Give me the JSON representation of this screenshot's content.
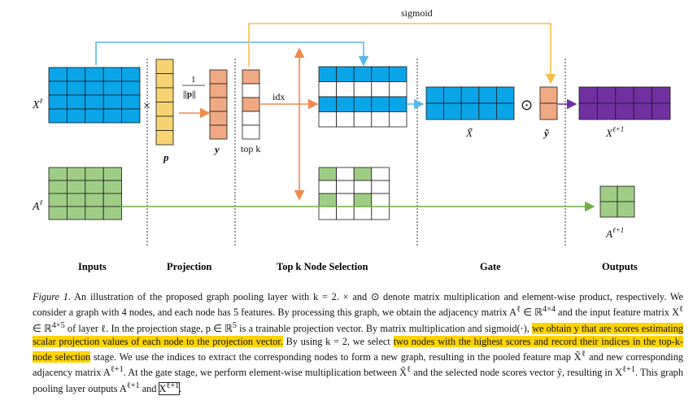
{
  "figure": {
    "labels": {
      "x": "X",
      "x_sup": "ℓ",
      "a": "A",
      "a_sup": "ℓ",
      "times": "×",
      "p": "p",
      "frac_num": "1",
      "frac_den": "||p||",
      "y": "y",
      "idx": "idx",
      "topk": "top k",
      "sigmoid": "sigmoid",
      "odot": "⊙",
      "xtilde": "X̃",
      "ytilde": "ỹ",
      "xout": "X",
      "xout_sup": "ℓ+1",
      "aout": "A",
      "aout_sup": "ℓ+1"
    },
    "stages": [
      "Inputs",
      "Projection",
      "Top k Node Selection",
      "Gate",
      "Outputs"
    ],
    "colors": {
      "feature_blue": "#0aa5e8",
      "projection_yellow": "#f8d373",
      "score_orange": "#f0a982",
      "adjacency_green": "#9fcd85",
      "output_purple": "#7030a0",
      "arrow_blue": "#5bb8e8",
      "arrow_orange": "#f08a4b",
      "arrow_yellow": "#f5c04a",
      "arrow_green": "#6fad47",
      "highlight": "#ffd400"
    }
  },
  "caption": {
    "figure_label": "Figure 1.",
    "s1": " An illustration of the proposed graph pooling layer with k = 2. × and ⊙ denote matrix multiplication and element-wise product, respectively. We consider a graph with 4 nodes, and each node has 5 features. By processing this graph, we obtain the adjacency matrix A",
    "s1_sup": "ℓ",
    "s2": " ∈ ℝ",
    "s2_sup": "4×4",
    "s3": " and the input feature matrix X",
    "s3_sup": "ℓ",
    "s4": " ∈ ℝ",
    "s4_sup": "4×5",
    "s5": " of layer ℓ. In the projection stage, p ∈ ℝ",
    "s5_sup": "5",
    "s6": " is a trainable projection vector. By matrix multiplication and sigmoid(·), ",
    "hl1": "we obtain y that are scores estimating scalar projection values of each node to the projection vector.",
    "s7": " By using k = 2, we select ",
    "hl2": "two nodes with the highest scores and record their indices in the top-k-node selection",
    "s8": " stage. We use the indices to extract the corresponding nodes to form a new graph, resulting in the pooled feature map X̃",
    "s8_sup": "ℓ",
    "s9": " and new corresponding adjacency matrix A",
    "s9_sup": "ℓ+1",
    "s10": ". At the gate stage, we perform element-wise multiplication between X̃",
    "s10_sup": "ℓ",
    "s11": " and the selected node scores vector ỹ, resulting in X",
    "s11_sup": "ℓ+1",
    "s12": ". This graph pooling layer outputs A",
    "s12_sup": "ℓ+1",
    "s13": " and ",
    "s14": "X",
    "s14_sup": "ℓ+1",
    "s15": "."
  }
}
